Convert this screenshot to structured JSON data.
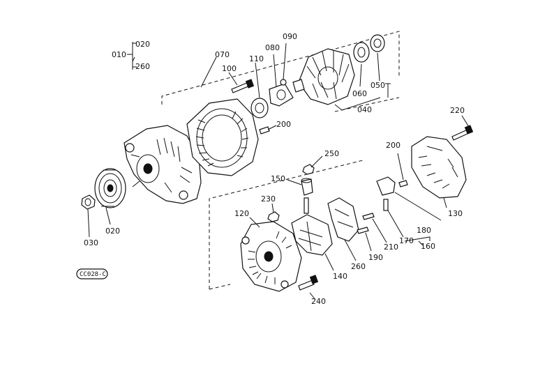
{
  "labels": {
    "p010": "010",
    "p020_top": "020",
    "p260_top": "260",
    "p070": "070",
    "p100": "100",
    "p110": "110",
    "p080": "080",
    "p090": "090",
    "p060": "060",
    "p050": "050",
    "p040": "040",
    "p200_a": "200",
    "p250": "250",
    "p150": "150",
    "p230": "230",
    "p120": "120",
    "p140": "140",
    "p240": "240",
    "p260_b": "260",
    "p190": "190",
    "p210": "210",
    "p170": "170",
    "p160": "160",
    "p180": "180",
    "p200_b": "200",
    "p220": "220",
    "p130": "130",
    "p020_b": "020",
    "p030": "030"
  },
  "drawing_code": "CC028-C"
}
